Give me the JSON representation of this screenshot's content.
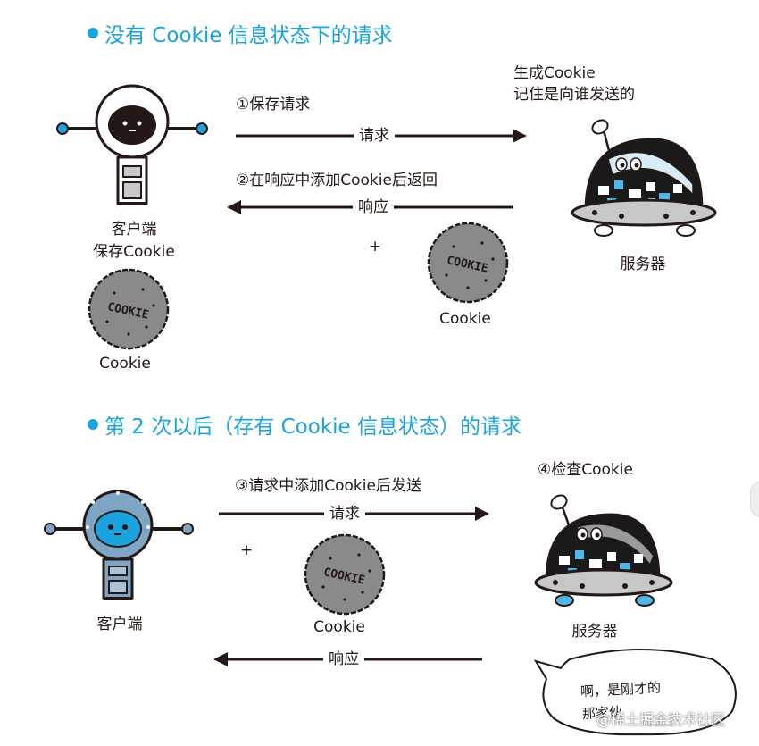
{
  "section1": {
    "heading": "没有 Cookie 信息状态下的请求",
    "step1_label": "①保存请求",
    "request_label": "请求",
    "step2_label": "②在响应中添加Cookie后返回",
    "response_label": "响应",
    "server_note_line1": "生成Cookie",
    "server_note_line2": "记住是向谁发送的",
    "client_label": "客户端",
    "client_save_label": "保存Cookie",
    "client_cookie_label": "Cookie",
    "server_label": "服务器",
    "plus": "+",
    "cookie_label": "Cookie"
  },
  "section2": {
    "heading": "第 2 次以后（存有 Cookie 信息状态）的请求",
    "step3_label": "③请求中添加Cookie后发送",
    "request_label": "请求",
    "step4_label": "④检查Cookie",
    "plus": "+",
    "cookie_label": "Cookie",
    "client_label": "客户端",
    "server_label": "服务器",
    "response_label": "响应",
    "bubble_line1": "啊，是刚才的",
    "bubble_line2": "那家伙"
  },
  "cookie_print": "COOKIE",
  "watermark": "@稀土掘金技术社区",
  "colors": {
    "accent": "#1aa3dc",
    "robot_blue": "#7ea6c4",
    "cookie_gray": "#8a8a8a",
    "server_black": "#1a1a1a",
    "server_window": "#4fb6e8"
  }
}
